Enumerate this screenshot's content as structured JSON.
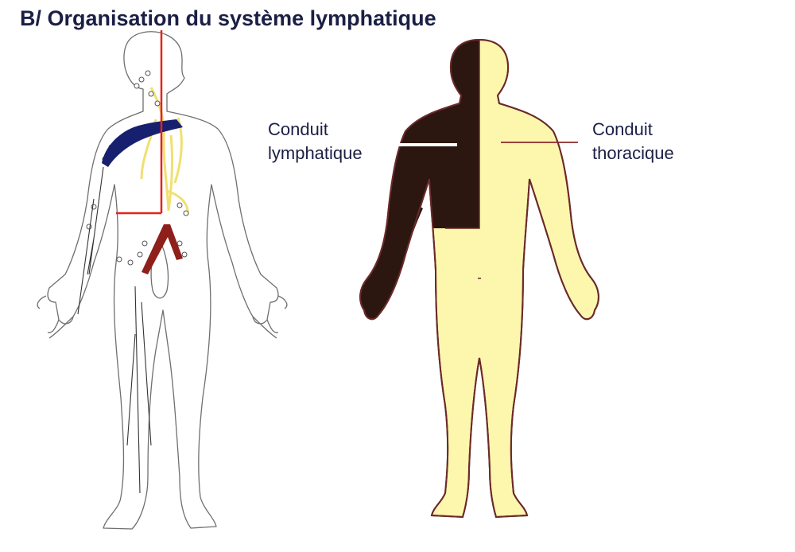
{
  "title": "B/ Organisation du système lymphatique",
  "labels": {
    "left": {
      "line1": "Conduit",
      "line2": "lymphatique"
    },
    "right": {
      "line1": "Conduit",
      "line2": "thoracique"
    }
  },
  "colors": {
    "title_text": "#1b1f45",
    "body_outline": "#6f6f6f",
    "right_duct_region": "#2b1710",
    "thoracic_region": "#fdf6ad",
    "silhouette_outline": "#6b2a2a",
    "divider_lines": "#e2241c",
    "subclavian_vein": "#17206f",
    "lymph_ducts": "#f0e070",
    "iliac_vessels": "#8e1f1a",
    "pointer_lines": "#8a2a2a"
  }
}
